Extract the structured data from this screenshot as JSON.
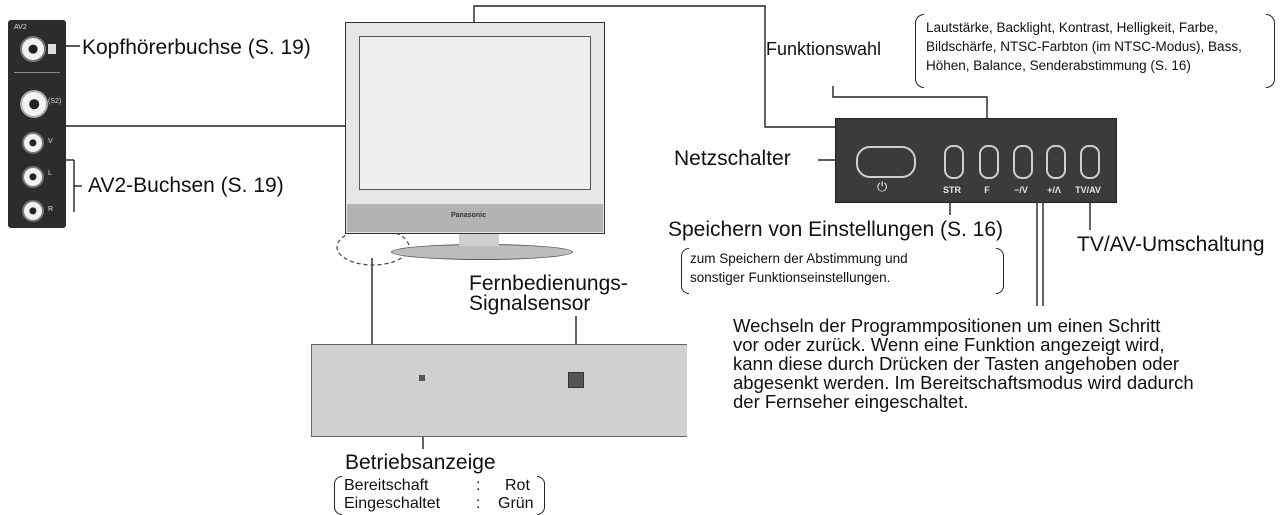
{
  "labels": {
    "headphone": "Kopfhörerbuchse (S. 19)",
    "av2": "AV2-Buchsen (S. 19)",
    "function_select": "Funktionswahl",
    "function_list": [
      "Lautstärke, Backlight, Kontrast, Helligkeit, Farbe,",
      "Bildschärfe, NTSC-Farbton (im NTSC-Modus), Bass,",
      "Höhen, Balance, Senderabstimmung (S. 16)"
    ],
    "power_switch": "Netzschalter",
    "store_settings": "Speichern von Einstellungen (S. 16)",
    "store_note": [
      "zum Speichern der Abstimmung und",
      "sonstiger Funktionseinstellungen."
    ],
    "tv_av": "TV/AV-Umschaltung",
    "remote_sensor": [
      "Fernbedienungs-",
      "Signalsensor"
    ],
    "program_desc": [
      "Wechseln der Programmpositionen um einen Schritt",
      "vor oder zurück. Wenn eine Funktion angezeigt wird,",
      "kann diese durch Drücken der Tasten angehoben oder",
      "abgesenkt werden. Im Bereitschaftsmodus wird dadurch",
      "der Fernseher eingeschaltet."
    ],
    "power_indicator": "Betriebsanzeige",
    "standby": "Bereitschaft",
    "standby_sep": ":",
    "standby_color": "Rot",
    "on": "Eingeschaltet",
    "on_sep": ":",
    "on_color": "Grün"
  },
  "control_panel": {
    "buttons": [
      "STR",
      "F",
      "−/V",
      "+/Λ",
      "TV/AV"
    ],
    "power_symbol": "⏻"
  },
  "side_panel": {
    "top_label": "AV2",
    "jack_labels": [
      "V",
      "L",
      "R"
    ],
    "s_label": "(S2)"
  },
  "tv": {
    "brand": "Panasonic"
  }
}
